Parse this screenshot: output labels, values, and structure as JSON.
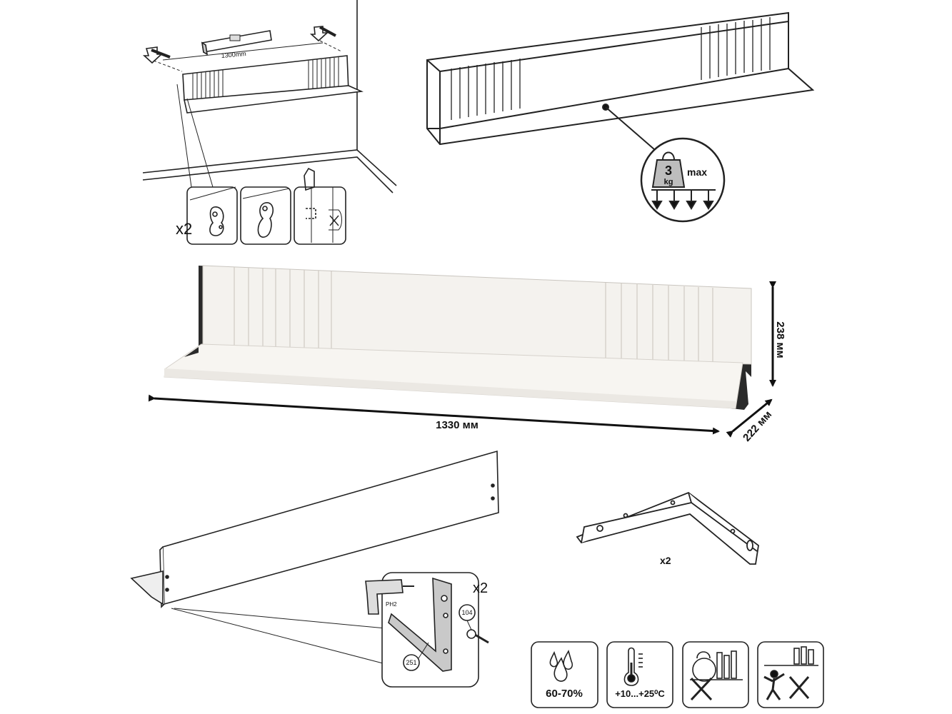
{
  "install_panel": {
    "level_distance": "1300mm",
    "hook_count": "x2"
  },
  "load_panel": {
    "weight_value": "3",
    "weight_unit": "kg",
    "weight_max": "max"
  },
  "dimensions": {
    "width": "1330 мм",
    "height": "238 мм",
    "depth": "222 мм"
  },
  "assembly": {
    "bracket_count": "x2",
    "detail_count": "x2",
    "screwdriver_label": "PH2",
    "part_screw": "104",
    "part_bracket": "251"
  },
  "conditions": {
    "humidity": "60-70%",
    "temperature": "+10...+25⁰C"
  }
}
